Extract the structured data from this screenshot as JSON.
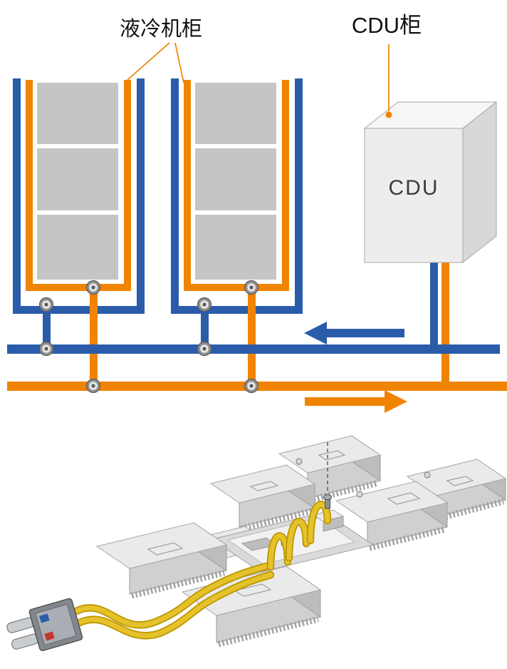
{
  "schematic": {
    "cabinet_callout": "液冷机柜",
    "cdu_callout": "CDU柜",
    "cdu_box_text": "CDU",
    "rack_cabinet_count": 2,
    "valve_count": 8,
    "flow_arrows": [
      {
        "name": "return-flow",
        "color_name": "blue",
        "direction": "left"
      },
      {
        "name": "supply-flow",
        "color_name": "orange",
        "direction": "right"
      }
    ]
  },
  "colors": {
    "blue": "#2a5caa",
    "orange": "#f08300",
    "server_gray": "#c5c5c6",
    "cdu_front": "#ededed",
    "cdu_top": "#f6f6f6",
    "cdu_side": "#d8d8d9",
    "metal_light": "#eaeaea",
    "metal_mid": "#d0d0d0",
    "metal_dark": "#bdbdbd",
    "tube_yellow": "#e6c22a",
    "tube_outline": "#bb9500"
  }
}
